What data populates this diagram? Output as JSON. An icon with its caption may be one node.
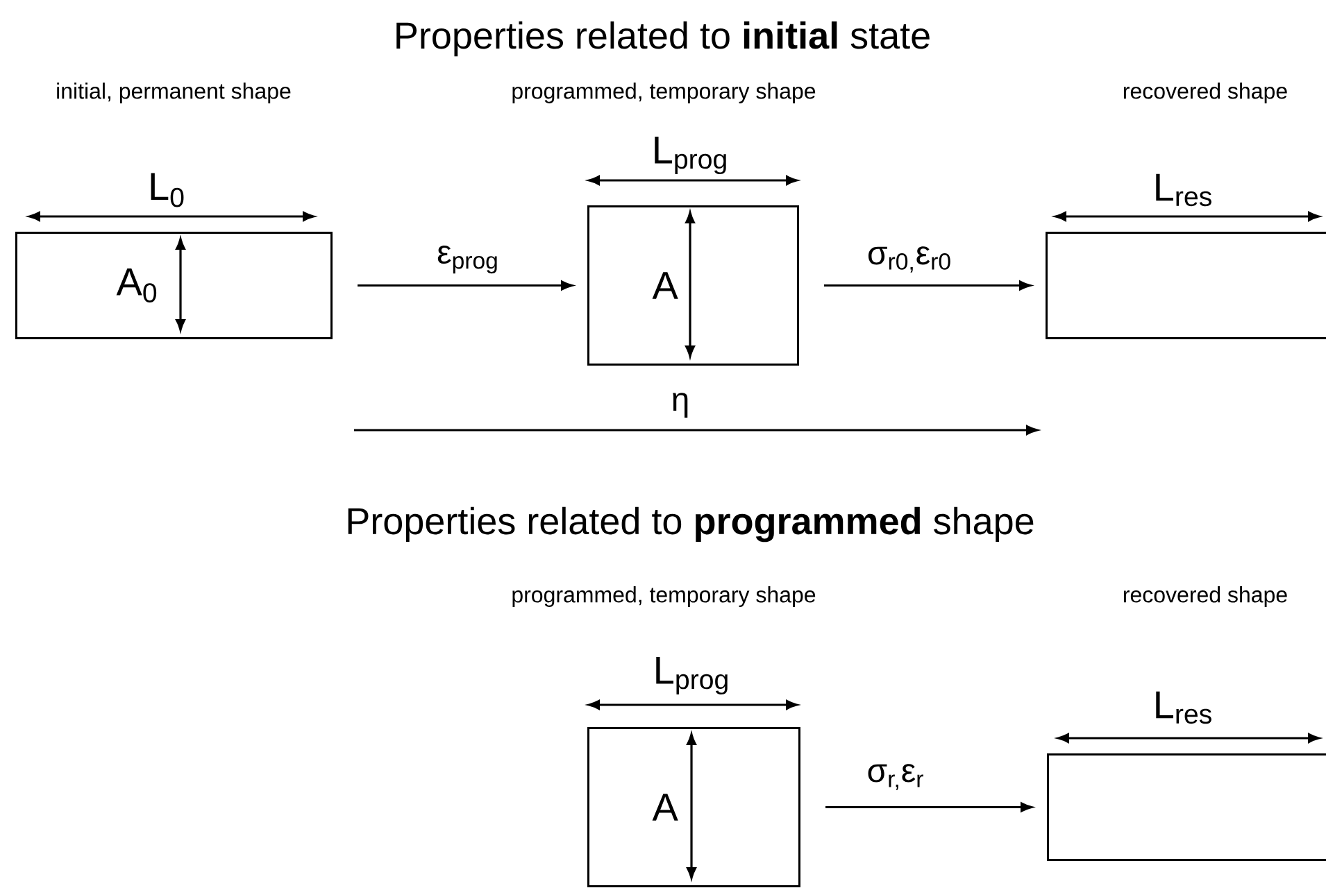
{
  "diagram": {
    "title": "Properties related to **initial** state",
    "nodes": [
      {
        "text": [
          "A$_{0}$"
        ],
        "beside": [
          "initial, permanent shape",
          "L$_{0}$"
        ]
      },
      {
        "text": [
          "A"
        ],
        "beside": [
          "programmed, temporary shape",
          "L$_{prog}$"
        ]
      },
      {
        "text": [],
        "shape": "box",
        "beside": [
          "recovered shape",
          "L$_{res}$"
        ]
      },
      {
        "text": [
          "A"
        ],
        "beside": [
          "programmed, temporary shape",
          "L$_{prog}$"
        ]
      },
      {
        "text": [],
        "shape": "box",
        "beside": [
          "recovered shape",
          "L$_{res}$"
        ]
      }
    ],
    "edges": [
      {
        "from": 0,
        "to": 1,
        "arrow": "to",
        "label": "ε$_{prog}$"
      },
      {
        "from": 1,
        "to": 2,
        "arrow": "to",
        "label": "σ$_{r0,}$ε$_{r0}$"
      },
      {
        "from": 3,
        "to": 4,
        "arrow": "to",
        "label": "σ$_{r,}$ε$_{r}$"
      }
    ],
    "labels": [
      "η",
      "Properties related to **programmed** shape"
    ]
  }
}
